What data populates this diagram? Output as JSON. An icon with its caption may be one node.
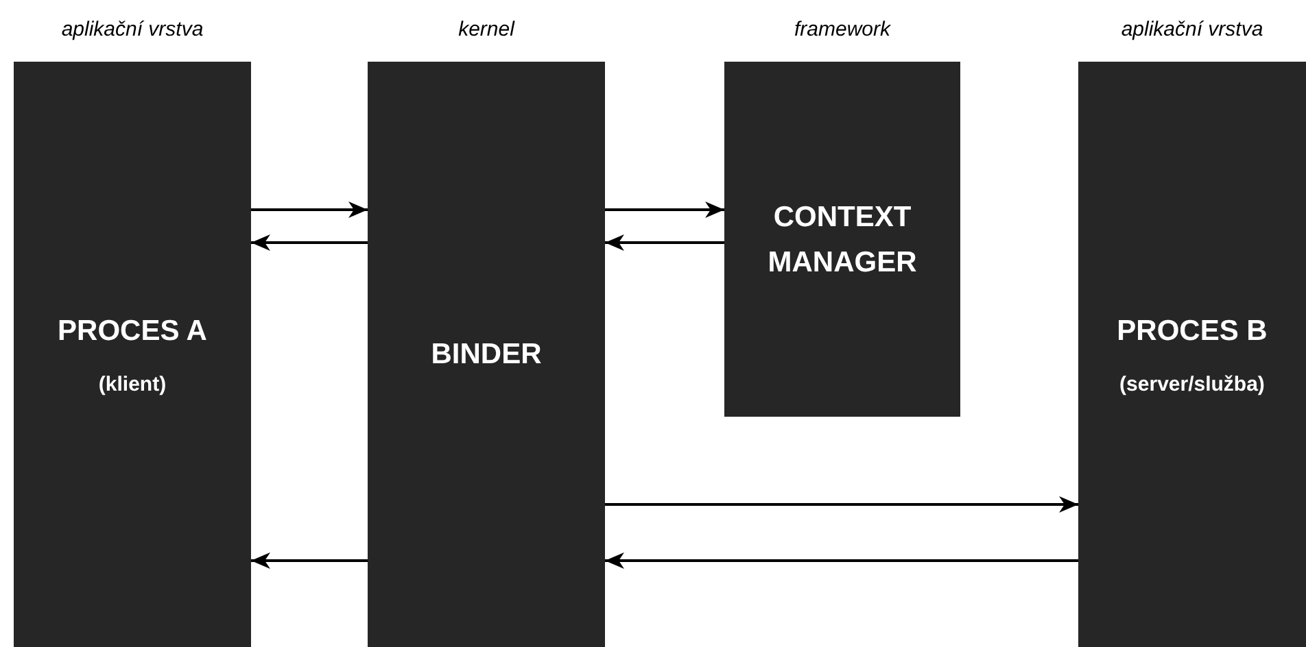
{
  "diagram": {
    "nodes": [
      {
        "text": [
          "aplikační vrstva",
          "PROCES A",
          "(klient)"
        ]
      },
      {
        "text": [
          "kernel",
          "BINDER"
        ]
      },
      {
        "text": [
          "framework",
          "CONTEXT MANAGER"
        ]
      },
      {
        "text": [
          "aplikační vrstva",
          "PROCES B",
          "(server/služba)"
        ]
      }
    ],
    "edges": [
      {
        "from": 0,
        "to": 1,
        "arrow": "to"
      },
      {
        "from": 1,
        "to": 0,
        "arrow": "to"
      },
      {
        "from": 1,
        "to": 2,
        "arrow": "to"
      },
      {
        "from": 2,
        "to": 1,
        "arrow": "to"
      },
      {
        "from": 1,
        "to": 3,
        "arrow": "to"
      },
      {
        "from": 1,
        "to": 0,
        "arrow": "to"
      },
      {
        "from": 3,
        "to": 1,
        "arrow": "to"
      }
    ]
  }
}
